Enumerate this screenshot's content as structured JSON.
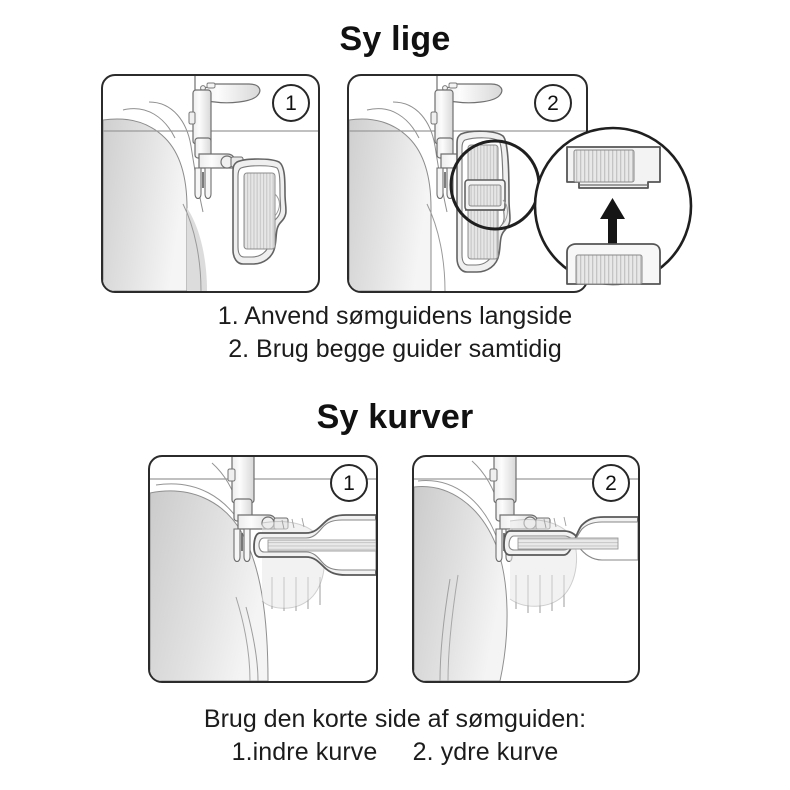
{
  "sections": [
    {
      "id": "sy-lige",
      "title": "Sy lige",
      "panels": [
        {
          "step": "1",
          "alt": "Sewing machine presser foot with seam guide mounted on its long side"
        },
        {
          "step": "2",
          "alt": "Sewing machine presser foot using both seam guides at the same time, with magnified detail callout"
        }
      ],
      "caption_lines": [
        "1. Anvend sømguidens langside",
        "2. Brug begge guider samtidig"
      ]
    },
    {
      "id": "sy-kurver",
      "title": "Sy kurver",
      "panels": [
        {
          "step": "1",
          "alt": "Sewing a concave (inner) curve using the short side of the seam guide"
        },
        {
          "step": "2",
          "alt": "Sewing a convex (outer) curve using the short side of the seam guide"
        }
      ],
      "caption_lines": [
        "Brug den korte side af sømguiden:",
        "1.indre kurve     2. ydre kurve"
      ]
    }
  ],
  "callout": {
    "arrow_direction": "up",
    "description": "Magnified view of the two ribbed seam guide plates, arrow pointing up"
  },
  "colors": {
    "background": "#ffffff",
    "ink": "#1a1a1a",
    "panel_border": "#2b2b2b",
    "line_art": "#6e6e6e",
    "fabric_light": "#f2f2f2",
    "fabric_dark": "#cfcfcf",
    "metal_light": "#fbfbfb",
    "metal_dark": "#d2d2d2",
    "arrow": "#151515"
  }
}
